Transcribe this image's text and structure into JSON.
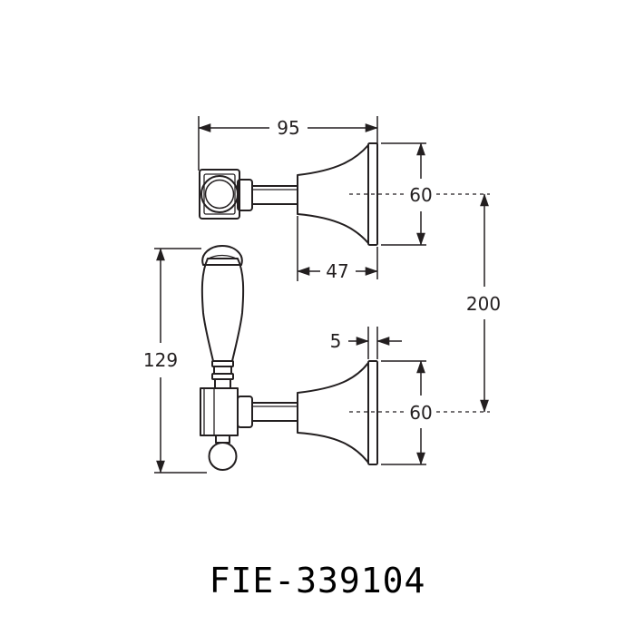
{
  "diagram": {
    "line_color": "#231f20",
    "dimensions": {
      "overall_width": "95",
      "upper_flange_height": "60",
      "flange_depth": "47",
      "handle_height": "129",
      "spacing": "200",
      "flange_thickness": "5",
      "lower_flange_height": "60"
    }
  },
  "footer": {
    "part_code": "FIE-339104"
  }
}
